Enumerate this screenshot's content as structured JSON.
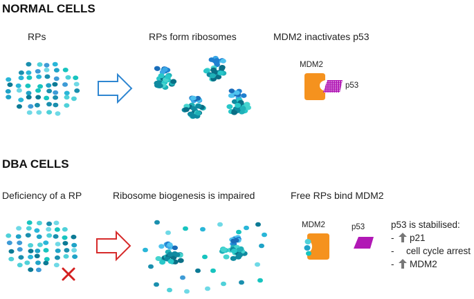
{
  "normal": {
    "heading": "NORMAL CELLS",
    "captions": [
      "RPs",
      "RPs form ribosomes",
      "MDM2 inactivates p53"
    ],
    "mdm2_label": "MDM2",
    "p53_label": "p53"
  },
  "dba": {
    "heading": "DBA CELLS",
    "captions": [
      "Deficiency of a RP",
      "Ribosome biogenesis is impaired",
      "Free RPs bind MDM2"
    ],
    "mdm2_label": "MDM2",
    "p53_label": "p53",
    "stabilised_title": "p53 is stabilised:",
    "effects": [
      {
        "bullet": "-",
        "icon": "up-arrow-icon",
        "text": "p21"
      },
      {
        "bullet": "-",
        "icon": "",
        "text": "cell cycle arrest"
      },
      {
        "bullet": "-",
        "icon": "up-arrow-icon",
        "text": "MDM2"
      }
    ]
  },
  "colors": {
    "normal_arrow": "#2e86d1",
    "dba_arrow": "#d62a2a",
    "mdm2": "#f5921e",
    "p53": "#b118b5",
    "missing_rp_cross": "#d41f1f",
    "rp_palette": [
      "#1a8fae",
      "#29b6d8",
      "#0c7a95",
      "#4fd1d9",
      "#1fa3c7",
      "#3e9bd6",
      "#17c4bf",
      "#6fd9e6"
    ]
  }
}
